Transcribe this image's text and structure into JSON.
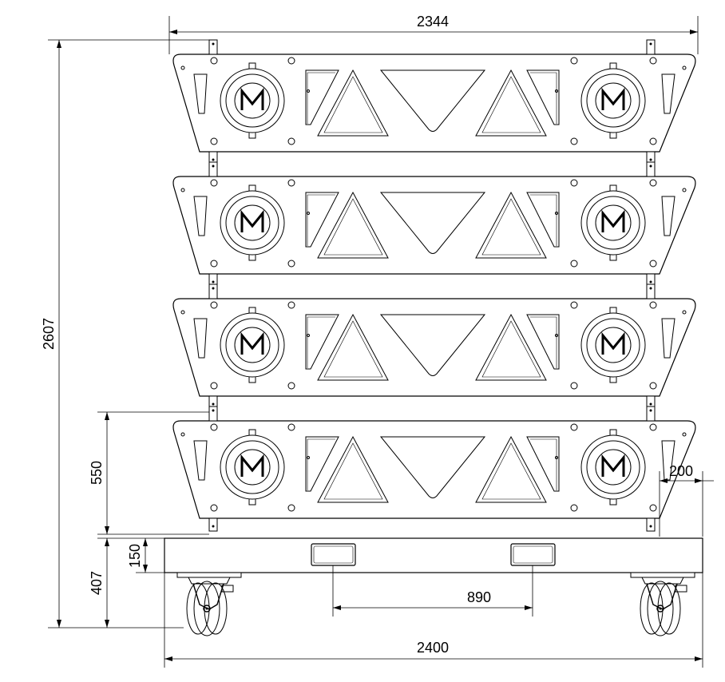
{
  "dimensions": {
    "overall_width": "2344",
    "overall_height": "2607",
    "frame_height": "550",
    "offset_right": "200",
    "base_height": "407",
    "base_beam_height": "150",
    "fork_pocket_spacing": "890",
    "base_width": "2400"
  },
  "logo_letter": "M",
  "colors": {
    "line": "#000000",
    "background": "#ffffff"
  }
}
